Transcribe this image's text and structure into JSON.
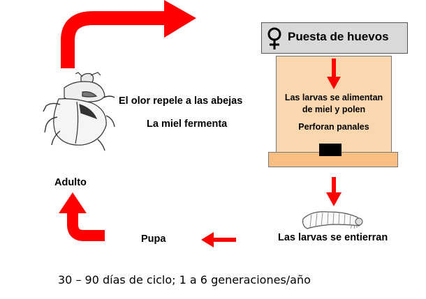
{
  "diagram": {
    "female_symbol": "♀",
    "hive_roof_label": "Puesta de huevos",
    "hive_text_1": "Las larvas se alimentan",
    "hive_text_2": "de miel y polen",
    "hive_text_3": "Perforan panales",
    "adult_text_1": "El olor repele a las abejas",
    "adult_text_2": "La miel fermenta",
    "adult_label": "Adulto",
    "pupa_label": "Pupa",
    "larvae_label": "Las larvas se entierran",
    "footer": "30 – 90 días de ciclo; 1 a 6 generaciones/año"
  },
  "colors": {
    "arrow": "#ff0000",
    "hive_roof": "#d9d9d9",
    "hive_body": "#fad7ae",
    "hive_base": "#f9bf82",
    "hive_entrance": "#000000"
  },
  "icons": [
    "beetle-icon",
    "larva-icon",
    "female-symbol-icon"
  ]
}
